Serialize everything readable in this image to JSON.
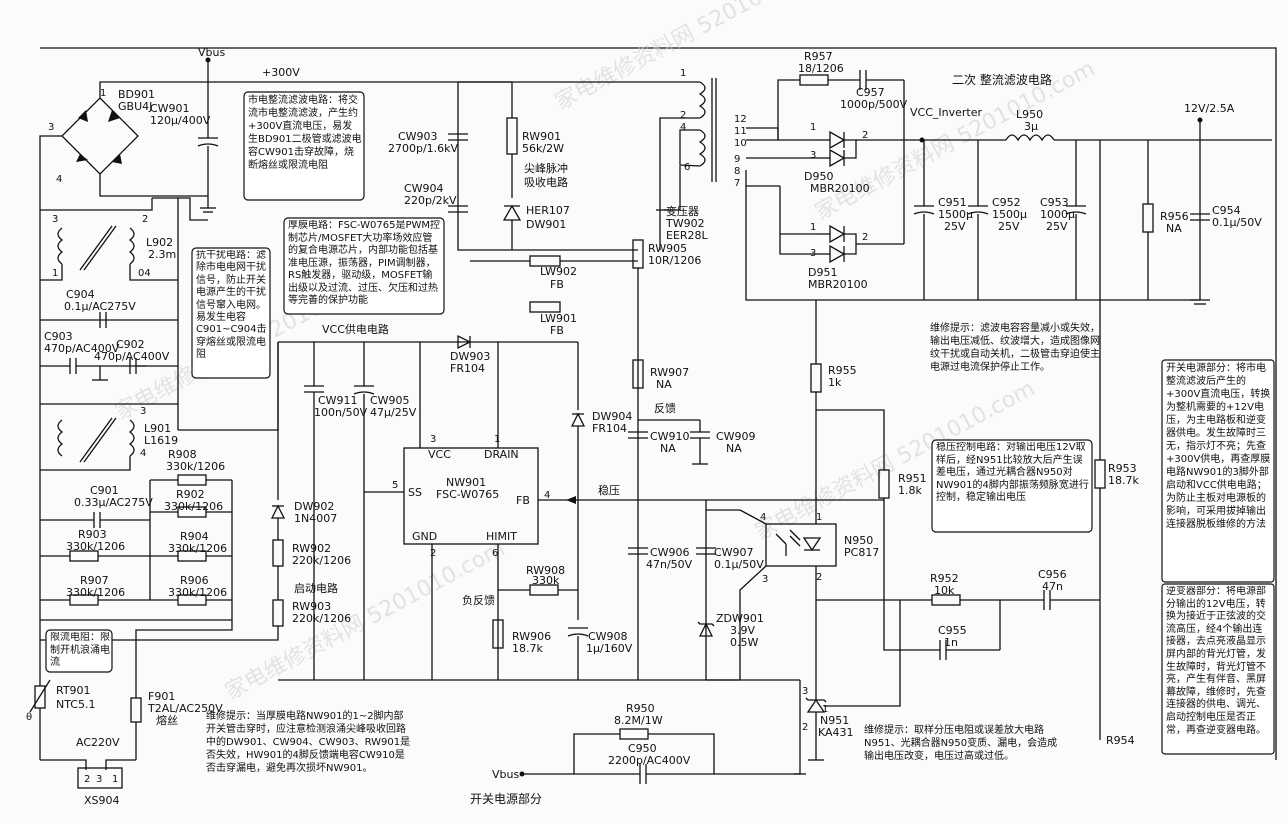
{
  "title": "开关电源部分",
  "rails": {
    "vbus": "Vbus",
    "v300": "+300V",
    "vcc_inverter": "VCC_Inverter",
    "out": "12V/2.5A",
    "sec_title": "二次 整流滤波电路",
    "ac": "AC220V"
  },
  "components": {
    "bd901": [
      "BD901",
      "GBU4J"
    ],
    "cw901": [
      "CW901",
      "120μ/400V"
    ],
    "cw903": [
      "CW903",
      "2700p/1.6kV"
    ],
    "rw901": [
      "RW901",
      "56k/2W"
    ],
    "clamp": [
      "尖峰脉冲",
      "吸收电路"
    ],
    "cw904": [
      "CW904",
      "220p/2kV"
    ],
    "her107": [
      "HER107",
      "DW901"
    ],
    "tw902": [
      "变压器",
      "TW902",
      "EER28L"
    ],
    "rw905": [
      "RW905",
      "10R/1206"
    ],
    "lw902": [
      "LW902",
      "FB"
    ],
    "lw901": [
      "LW901",
      "FB"
    ],
    "r957": [
      "R957",
      "18/1206"
    ],
    "c957": [
      "C957",
      "1000p/500V"
    ],
    "d950": [
      "D950",
      "MBR20100"
    ],
    "d951": [
      "D951",
      "MBR20100"
    ],
    "l950": [
      "L950",
      "3μ"
    ],
    "c951": [
      "C951",
      "1500μ",
      "25V"
    ],
    "c952": [
      "C952",
      "1500μ",
      "25V"
    ],
    "c953": [
      "C953",
      "1000μ",
      "25V"
    ],
    "r956": [
      "R956",
      "NA"
    ],
    "c954": [
      "C954",
      "0.1μ/50V"
    ],
    "l902": [
      "L902",
      "2.3m"
    ],
    "c904": [
      "C904",
      "0.1μ/AC275V"
    ],
    "c903": [
      "C903",
      "470p/AC400V"
    ],
    "c902": [
      "C902",
      "470p/AC400V"
    ],
    "l901": [
      "L901",
      "L1619"
    ],
    "r908": [
      "R908",
      "330k/1206"
    ],
    "c901": [
      "C901",
      "0.33μ/AC275V"
    ],
    "r902": [
      "R902",
      "330k/1206"
    ],
    "r903": [
      "R903",
      "330k/1206"
    ],
    "r904": [
      "R904",
      "330k/1206"
    ],
    "r907": [
      "R907",
      "330k/1206"
    ],
    "r906": [
      "R906",
      "330k/1206"
    ],
    "rt901": [
      "RT901",
      "NTC5.1"
    ],
    "f901": [
      "F901",
      "T2AL/AC250V",
      "熔丝"
    ],
    "xs904": [
      "XS904"
    ],
    "cw911": [
      "CW911",
      "100n/50V"
    ],
    "cw905": [
      "CW905",
      "47μ/25V"
    ],
    "dw903": [
      "DW903",
      "FR104"
    ],
    "dw902": [
      "DW902",
      "1N4007"
    ],
    "rw902": [
      "RW902",
      "220k/1206"
    ],
    "rw903": [
      "RW903",
      "220k/1206"
    ],
    "nw901": [
      "NW901",
      "FSC-W0765"
    ],
    "rw908": [
      "RW908",
      "330k"
    ],
    "rw906": [
      "RW906",
      "18.7k"
    ],
    "cw908": [
      "CW908",
      "1μ/160V"
    ],
    "rw907": [
      "RW907",
      "NA"
    ],
    "dw904": [
      "DW904",
      "FR104"
    ],
    "cw910": [
      "CW910",
      "NA"
    ],
    "cw909": [
      "CW909",
      "NA"
    ],
    "cw906": [
      "CW906",
      "47n/50V"
    ],
    "cw907": [
      "CW907",
      "0.1μ/50V"
    ],
    "zdw901": [
      "ZDW901",
      "3.9V",
      "0.5W"
    ],
    "r950": [
      "R950",
      "8.2M/1W"
    ],
    "c950": [
      "C950",
      "2200p/AC400V"
    ],
    "r955": [
      "R955",
      "1k"
    ],
    "r951": [
      "R951",
      "1.8k"
    ],
    "n950": [
      "N950",
      "PC817"
    ],
    "r952": [
      "R952",
      "10k"
    ],
    "c956": [
      "C956",
      "47n"
    ],
    "c955": [
      "C955",
      "1n"
    ],
    "n951": [
      "N951",
      "KA431"
    ],
    "r953": [
      "R953",
      "18.7k"
    ],
    "r954": [
      "R954"
    ]
  },
  "ic_pins": {
    "vcc": "VCC",
    "drain": "DRAIN",
    "ss": "SS",
    "fb": "FB",
    "gnd": "GND",
    "himit": "HIMIT"
  },
  "labels": {
    "vcc_circuit": "VCC供电电路",
    "startup": "启动电路",
    "neg_fb": "负反馈",
    "fankui": "反馈",
    "wenya": "稳压"
  },
  "notes": {
    "rectifier": "市电整流滤波电路：将交流市电整流滤波，产生约+300V直流电压，易发生BD901二极管或滤波电容CW901击穿故障，烧断熔丝或限流电阻",
    "ic": "厚膜电路：FSC-W0765是PWM控制芯片/MOSFET大功率场效应管的复合电源芯片，内部功能包括基准电压源，振荡器，PIM调制器，RS触发器，驱动级，MOSFET输出级以及过流、过压、欠压和过热等完善的保护功能",
    "emi": "抗干扰电路：滤除市电电网干扰信号，防止开关电源产生的干扰信号窜入电网。易发生电容C901~C904击穿熔丝或限流电阻",
    "limit": "限流电阻：限制开机浪涌电流",
    "repair1": "维修提示：当厚膜电路NW901的1~2脚内部开关管击穿时，应注意检测浪涌尖峰吸收回路中的DW901、CW904、CW903、RW901是否失效，HW901的4脚反馈端电容CW910是否击穿漏电，避免再次损坏NW901。",
    "repair2": "维修提示：滤波电容容量减小或失效，输出电压减低、纹波增大，造成图像网纹干扰或自动关机，二极管击穿迫使主电源过电流保护停止工作。",
    "regulator": "稳压控制电路：对输出电压12V取样后，经N951比较放大后产生误差电压，通过光耦合器N950对NW901的4脚内部振荡频脉宽进行控制，稳定输出电压",
    "repair3": "维修提示：取样分压电阻或误差放大电路N951、光耦合器N950变质、漏电，会造成输出电压改变，电压过高或过低。",
    "side1": "开关电源部分：将市电整流滤波后产生的+300V直流电压，转换为整机需要的+12V电压，为主电路板和逆变器供电。发生故障时三无，指示灯不亮；先查+300V供电，再查厚膜电路NW901的3脚外部启动和VCC供电电路；为防止主板对电源板的影响，可采用拔掉输出连接器脱板维修的方法",
    "side2": "逆变器部分：将电源部分输出的12V电压，转换为接近于正弦波的交流高压，经4个输出连接器，去点亮液晶显示屏内部的背光灯管，发生故障时，背光灯管不亮，产生有伴音、黑屏幕故障，维修时，先查连接器的供电、调光、启动控制电压是否正常，再查逆变器电路。"
  },
  "watermark": "家电维修资料网 5201010.com"
}
